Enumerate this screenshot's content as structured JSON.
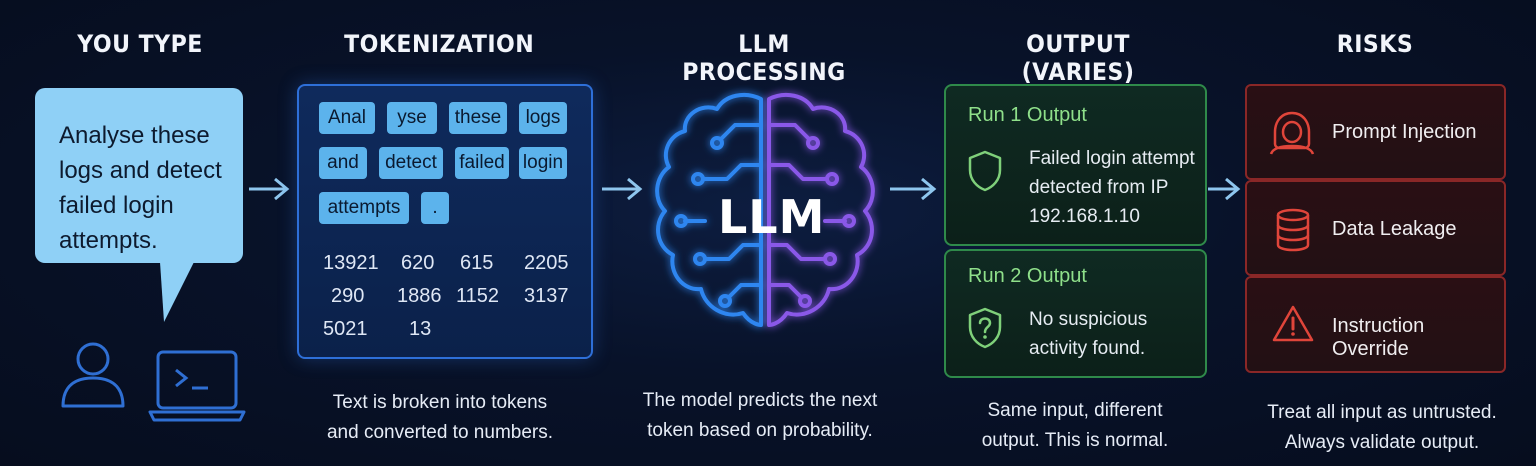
{
  "columns": [
    {
      "heading": "YOU TYPE"
    },
    {
      "heading": "TOKENIZATION"
    },
    {
      "heading": "LLM PROCESSING"
    },
    {
      "heading": "OUTPUT (VARIES)"
    },
    {
      "heading": "RISKS"
    }
  ],
  "input": {
    "lines": [
      "Analyse these",
      "logs and detect",
      "failed login",
      "attempts."
    ],
    "icons": [
      "user-icon",
      "laptop-terminal-icon"
    ]
  },
  "tokenization": {
    "tokens": [
      "Anal",
      "yse",
      "these",
      "logs",
      "and",
      "detect",
      "failed",
      "login",
      "attempts",
      "."
    ],
    "ids": [
      "13921",
      "620",
      "615",
      "2205",
      "290",
      "1886",
      "1152",
      "3137",
      "5021",
      "13"
    ],
    "caption_lines": [
      "Text is broken into tokens",
      "and converted to numbers."
    ]
  },
  "processing": {
    "label": "LLM",
    "icon": "brain-circuit-icon",
    "caption_lines": [
      "The model predicts the next",
      "token based on probability."
    ]
  },
  "output": {
    "runs": [
      {
        "title": "Run 1 Output",
        "icon": "shield-icon",
        "lines": [
          "Failed login attempt",
          "detected from IP",
          "192.168.1.10"
        ]
      },
      {
        "title": "Run 2 Output",
        "icon": "shield-question-icon",
        "lines": [
          "No suspicious",
          "activity found."
        ]
      }
    ],
    "caption_lines": [
      "Same input, different",
      "output. This is normal."
    ]
  },
  "risks": {
    "items": [
      {
        "label": "Prompt Injection",
        "icon": "hooded-hacker-icon"
      },
      {
        "label": "Data Leakage",
        "icon": "database-icon"
      },
      {
        "label": "Instruction Override",
        "icon": "warning-triangle-icon"
      }
    ],
    "caption_lines": [
      "Treat all input as untrusted.",
      "Always validate output."
    ]
  },
  "colors": {
    "background": "#081229",
    "input_accent": "#8fd0f6",
    "token_accent": "#2e6fd8",
    "output_accent": "#2f8a4a",
    "risk_accent": "#c0392b"
  }
}
